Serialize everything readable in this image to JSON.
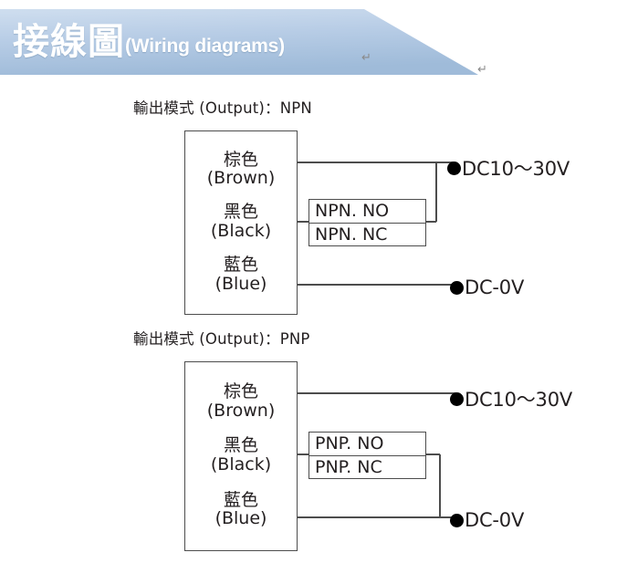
{
  "banner": {
    "title_cjk": "接線圖",
    "title_en": "(Wiring diagrams)",
    "pilcrow_glyph": "↵",
    "fill_color_light": "#c3d6ec",
    "fill_color_dark": "#9dbad8",
    "text_color": "#ffffff"
  },
  "sections": [
    {
      "id": "npn",
      "heading": "輸出模式 (Output)：NPN",
      "lead_box": {
        "wires": [
          {
            "cjk": "棕色",
            "en": "(Brown)"
          },
          {
            "cjk": "黑色",
            "en": "(Black)"
          },
          {
            "cjk": "藍色",
            "en": "(Blue)"
          }
        ]
      },
      "mode_box": {
        "row_top": "NPN. NO",
        "row_bottom": "NPN. NC"
      },
      "terminals": [
        {
          "id": "supply",
          "label": "DC10～30V"
        },
        {
          "id": "ground",
          "label": "DC-0V"
        }
      ]
    },
    {
      "id": "pnp",
      "heading": "輸出模式 (Output)：PNP",
      "lead_box": {
        "wires": [
          {
            "cjk": "棕色",
            "en": "(Brown)"
          },
          {
            "cjk": "黑色",
            "en": "(Black)"
          },
          {
            "cjk": "藍色",
            "en": "(Blue)"
          }
        ]
      },
      "mode_box": {
        "row_top": "PNP. NO",
        "row_bottom": "PNP. NC"
      },
      "terminals": [
        {
          "id": "supply",
          "label": "DC10～30V"
        },
        {
          "id": "ground",
          "label": "DC-0V"
        }
      ]
    }
  ],
  "line_color": "#4d4d4d",
  "dot_color": "#000000"
}
